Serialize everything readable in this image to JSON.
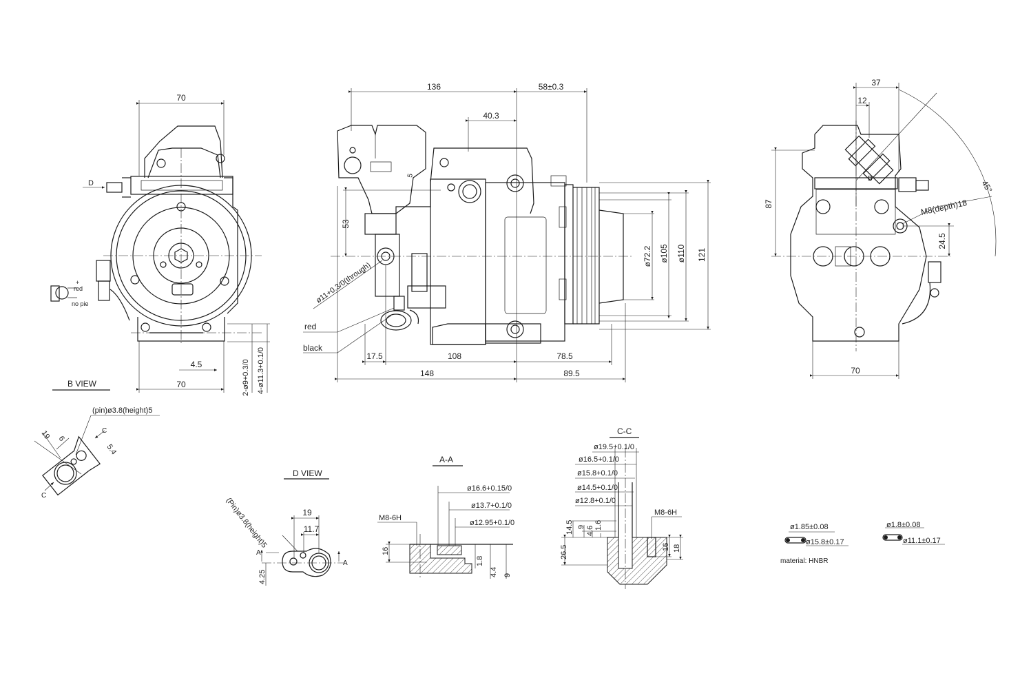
{
  "views": {
    "b_view": "B VIEW",
    "d_view": "D VIEW",
    "a_a": "A-A",
    "c_c": "C-C"
  },
  "front": {
    "width_top": "70",
    "width_bottom": "70",
    "d_marker": "D",
    "red": "red",
    "no_pie": "no pie",
    "plus": "+",
    "dim_4_5": "4.5",
    "dim_2_phi9": "2-ø9+0.3/0",
    "dim_4_phi11": "4-ø11.3+0.1/0"
  },
  "side": {
    "dim_136": "136",
    "dim_58": "58±0.3",
    "dim_40_3": "40.3",
    "dim_5": "5",
    "dim_53": "53",
    "dim_hole": "ø11+0.3/0(through)",
    "red": "red",
    "black": "black",
    "dim_17_5": "17.5",
    "dim_108": "108",
    "dim_78_5": "78.5",
    "dim_148": "148",
    "dim_89_5": "89.5",
    "dim_phi72": "ø72.2",
    "dim_phi105": "ø105",
    "dim_phi110": "ø110",
    "dim_121": "121"
  },
  "rear": {
    "dim_37": "37",
    "dim_12": "12",
    "dim_87": "87",
    "dim_45": "45°",
    "dim_m8": "M8(depth)18",
    "dim_24_5": "24.5",
    "dim_70": "70",
    "b_marker": "B"
  },
  "bview": {
    "pin": "(pin)ø3.8(height)5",
    "dim_19": "19",
    "dim_6": "6",
    "dim_5_4": "5.4",
    "c": "C"
  },
  "dview": {
    "pin": "(Pin)ø3.8(height)5",
    "dim_19": "19",
    "dim_11_7": "11.7",
    "dim_4_25": "4.25",
    "a": "A"
  },
  "aa": {
    "d1": "ø16.6+0.15/0",
    "d2": "ø13.7+0.1/0",
    "d3": "ø12.95+0.1/0",
    "m8": "M8-6H",
    "dim_16": "16",
    "dim_1_8": "1.8",
    "dim_4_4": "4.4",
    "dim_9": "9"
  },
  "cc": {
    "d1": "ø19.5+0.1/0",
    "d2": "ø16.5+0.1/0",
    "d3": "ø15.8+0.1/0",
    "d4": "ø14.5+0.1/0",
    "d5": "ø12.8+0.1/0",
    "m8": "M8-6H",
    "dim_14_5": "14.5",
    "dim_9": "9",
    "dim_4_6": "4.6",
    "dim_1_6": "1.6",
    "dim_26_5": "26.5",
    "dim_16": "16",
    "dim_18": "18"
  },
  "orings": {
    "r1_cs": "ø1.85±0.08",
    "r1_id": "ø15.8±0.17",
    "r2_cs": "ø1.8±0.08",
    "r2_id": "ø11.1±0.17",
    "material": "material: HNBR"
  }
}
